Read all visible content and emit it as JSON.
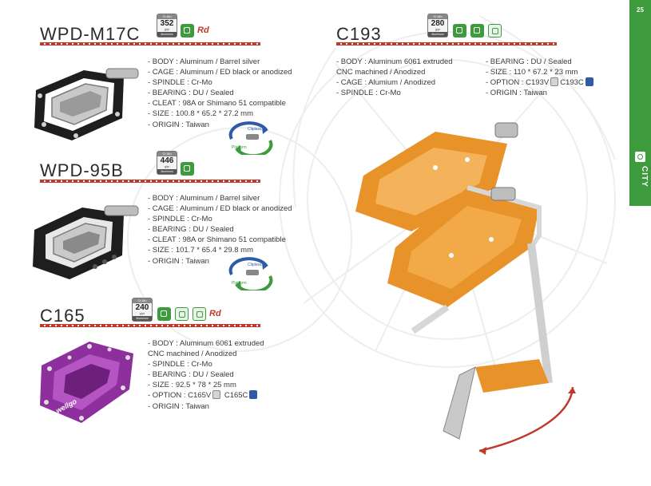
{
  "page": {
    "number": "25",
    "section": "CITY"
  },
  "products": {
    "m17c": {
      "title": "WPD-M17C",
      "weight": "352",
      "weight_unit": "g/pr",
      "badge_top": "Cr-Mo",
      "badge_material": "Aluminum",
      "specs": [
        "-  BODY :  Aluminum / Barrel silver",
        "-  CAGE :  Aluminum / ED black or anodized",
        "-  SPINDLE :  Cr-Mo",
        "-  BEARING :  DU / Sealed",
        "-  CLEAT :  98A or Shimano 51 compatible",
        "-  SIZE :  100.8 * 65.2 * 27.2 mm",
        "-  ORIGIN :  Taiwan"
      ],
      "diagram": {
        "top": "Clipless",
        "bottom": "Platform"
      }
    },
    "p95b": {
      "title": "WPD-95B",
      "weight": "446",
      "weight_unit": "g/pr",
      "badge_top": "Cr-Mo",
      "badge_material": "Aluminum",
      "specs": [
        "-  BODY :  Aluminum /  Barrel silver",
        "-  CAGE :  Aluminum / ED black or anodized",
        "-  SPINDLE :  Cr-Mo",
        "-  BEARING :  DU / Sealed",
        "-  CLEAT :  98A or Shimano 51 compatible",
        "-  SIZE : 101.7 * 65.4 * 29.8 mm",
        "-  ORIGIN :  Taiwan"
      ],
      "diagram": {
        "top": "Clipless",
        "bottom": "Platform"
      }
    },
    "c165": {
      "title": "C165",
      "weight": "240",
      "weight_unit": "g/pr",
      "badge_top": "Cr-Mo",
      "badge_material": "Aluminum",
      "specs": [
        "-  BODY :  Aluminum 6061 extruded",
        "            CNC machined / Anodized",
        "-  SPINDLE :  Cr-Mo",
        "-  BEARING :  DU / Sealed",
        "-  SIZE :  92.5 * 78 * 25 mm"
      ],
      "option_label": "-  OPTION :  C165V",
      "option_c": "C165C",
      "origin": "-  ORIGIN :  Taiwan"
    },
    "c193": {
      "title": "C193",
      "weight": "280",
      "weight_unit": "g/pr",
      "badge_top": "Cr-Mo",
      "badge_material": "Aluminum",
      "specs_left": [
        "-  BODY :  Aluminum 6061 extruded",
        "              CNC machined / Anodized",
        "-  CAGE :  Alumium / Anodized",
        "-  SPINDLE :  Cr-Mo"
      ],
      "specs_right_1": "-  BEARING :  DU / Sealed",
      "specs_right_2": "-  SIZE :  110 * 67.2 * 23 mm",
      "option_label": "-  OPTION :  C193V",
      "option_c": "C193C",
      "origin": "-  ORIGIN :  Taiwan"
    }
  },
  "brand": "wellgo",
  "rd_mark": "Rd",
  "colors": {
    "green": "#3d9a3d",
    "red_rule": "#c0392b",
    "orange": "#e8932a",
    "purple": "#8e2f9e",
    "black": "#1e1e1e",
    "silver": "#c9c9c9"
  }
}
